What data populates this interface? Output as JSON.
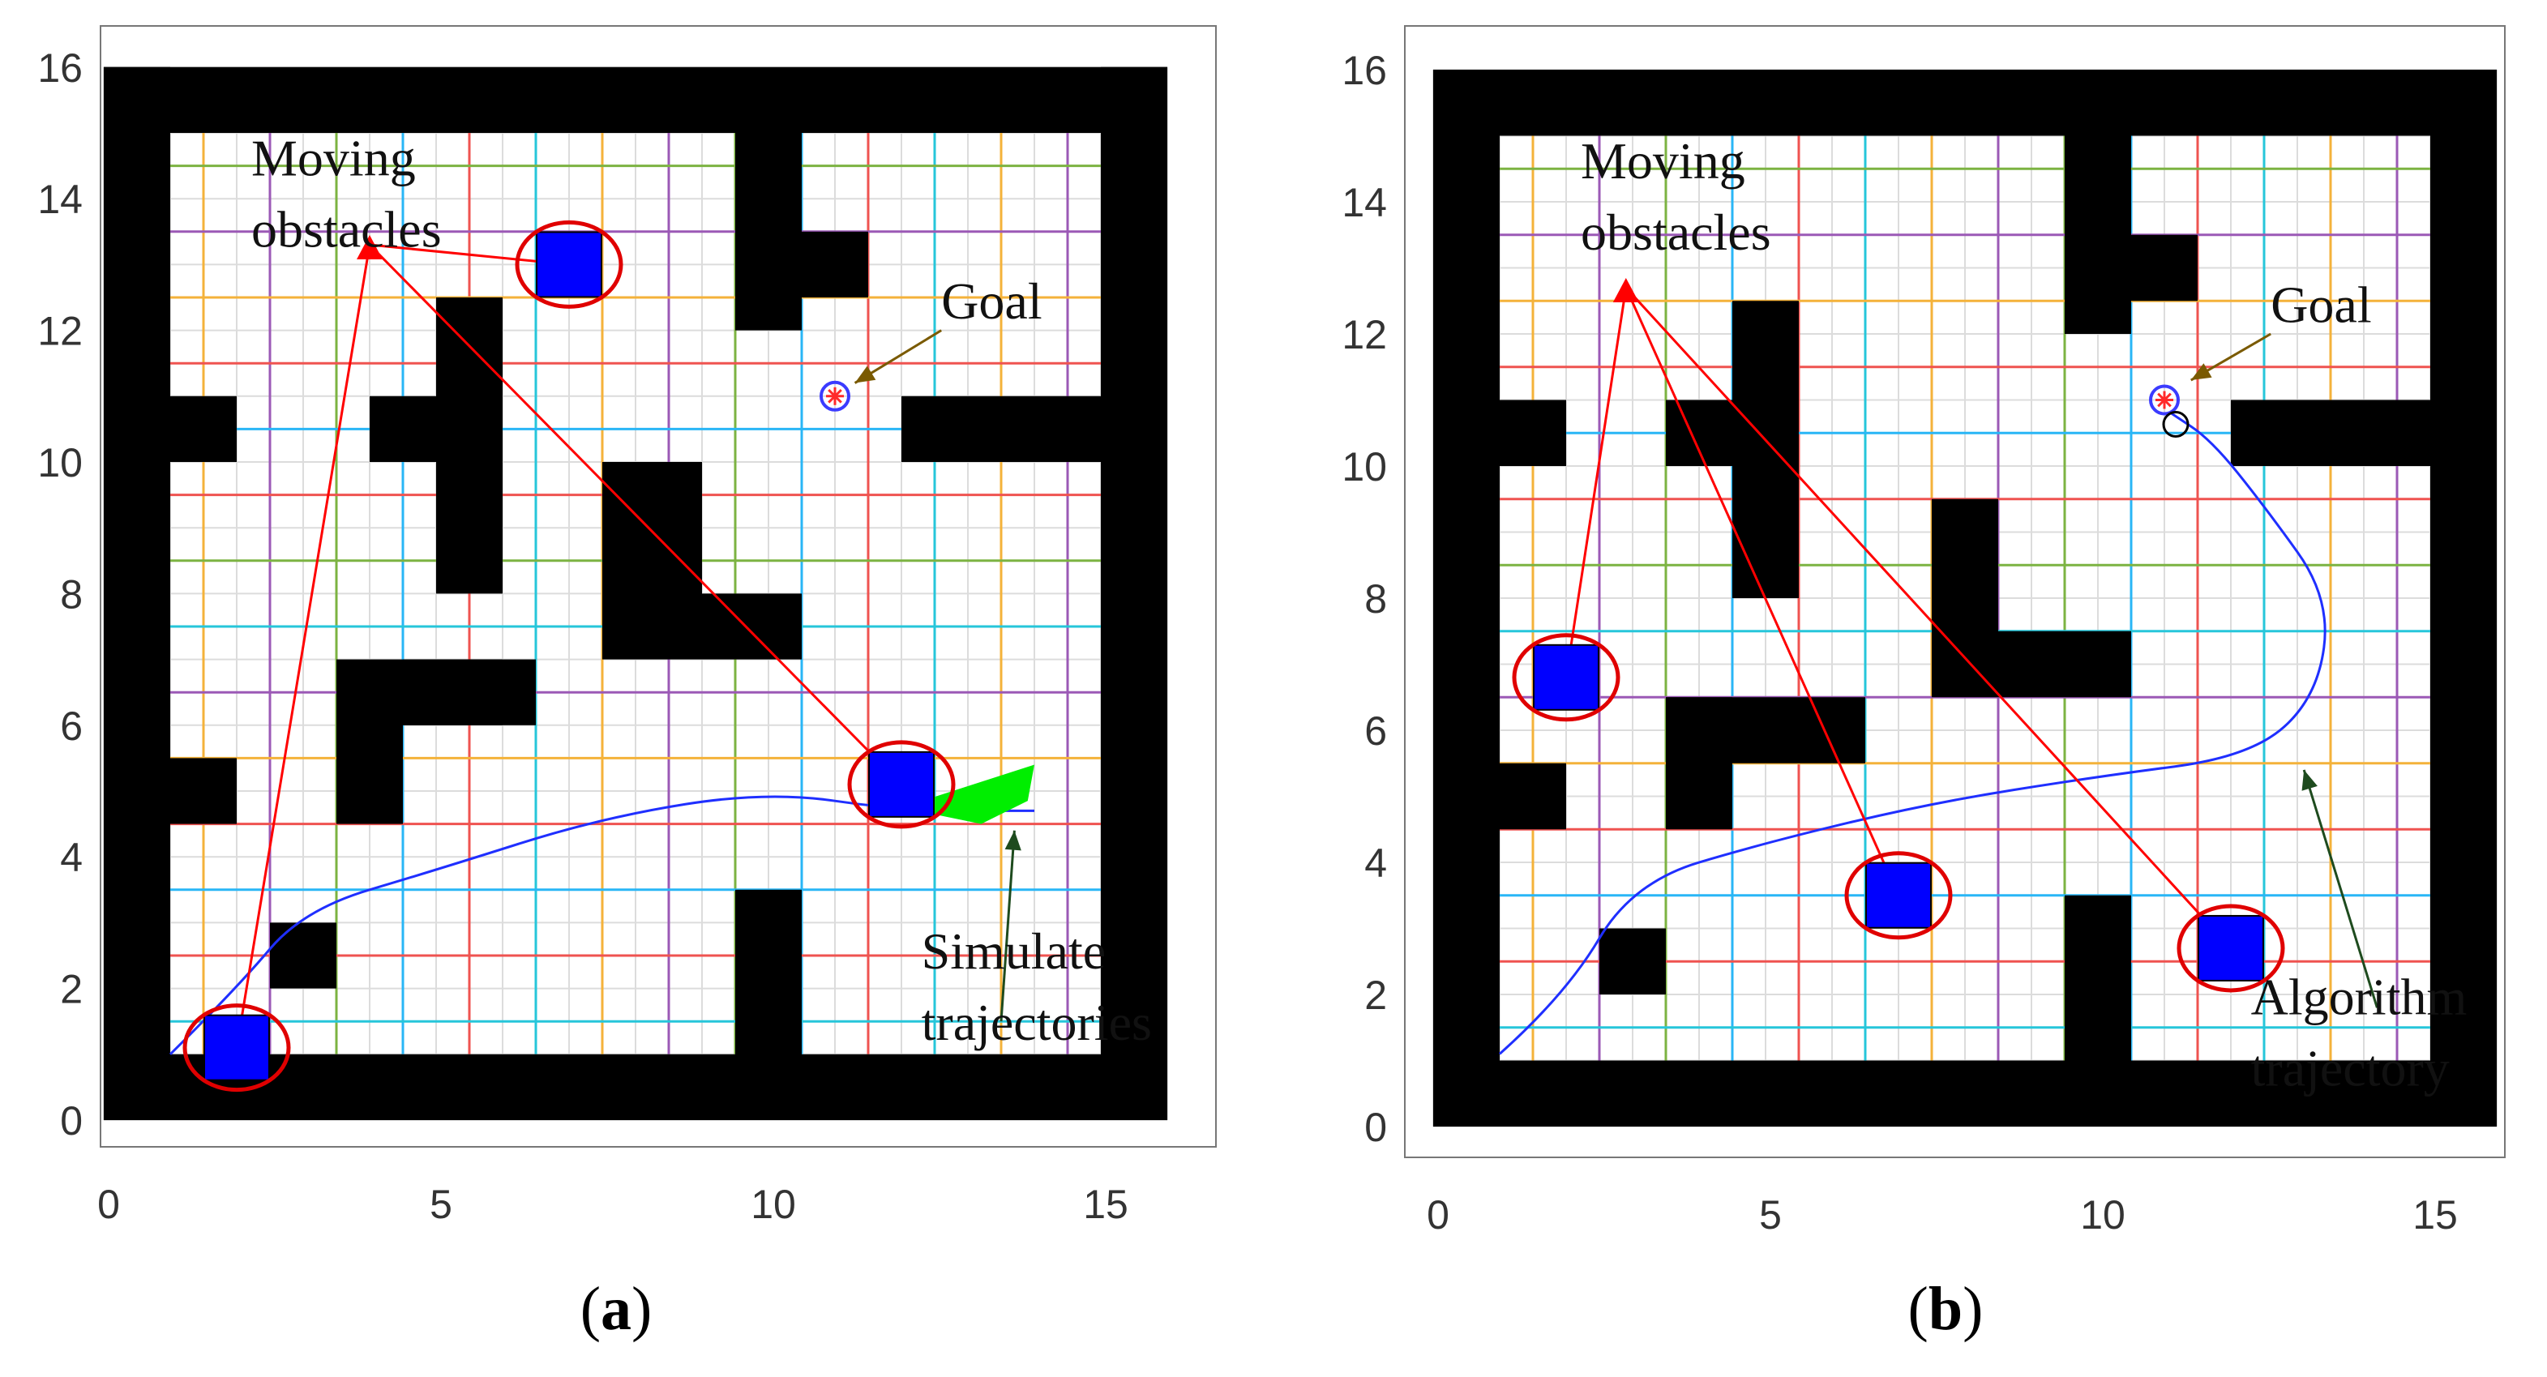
{
  "panels": [
    {
      "id": "a",
      "caption_letter": "a",
      "xticks": [
        "0",
        "5",
        "10",
        "15"
      ],
      "yticks": [
        "0",
        "2",
        "4",
        "6",
        "8",
        "10",
        "12",
        "14",
        "16"
      ],
      "labels": {
        "moving_1": "Moving",
        "moving_2": "obstacles",
        "goal": "Goal",
        "traj_1": "Simulate",
        "traj_2": "trajectories"
      },
      "goal": [
        11,
        11
      ],
      "apex": [
        4,
        13.3
      ],
      "obstacles_moving": [
        [
          2,
          1.1
        ],
        [
          7,
          13
        ],
        [
          12,
          5.1
        ]
      ],
      "walls": [
        [
          0,
          0,
          16,
          1
        ],
        [
          0,
          15,
          16,
          16
        ],
        [
          0,
          0,
          1,
          16
        ],
        [
          15,
          0,
          16,
          16
        ],
        [
          1,
          10,
          2,
          11
        ],
        [
          15,
          10,
          16,
          11
        ],
        [
          12,
          10,
          15,
          11
        ],
        [
          4,
          10,
          6,
          11
        ],
        [
          5,
          8,
          6,
          12.5
        ],
        [
          4.5,
          6,
          6,
          7
        ],
        [
          3.5,
          4.5,
          4.5,
          7
        ],
        [
          4.5,
          6,
          6.5,
          7
        ],
        [
          1,
          4.5,
          2,
          5.5
        ],
        [
          7.5,
          7,
          9,
          10
        ],
        [
          9,
          7,
          10.5,
          8
        ],
        [
          9.5,
          12,
          10.5,
          15
        ],
        [
          10.5,
          12.5,
          11.5,
          13.5
        ],
        [
          2.5,
          2,
          3.5,
          3
        ],
        [
          9.5,
          0,
          10.5,
          3.5
        ]
      ],
      "trajectory": [
        [
          1,
          1
        ],
        [
          2,
          2
        ],
        [
          3,
          3.2
        ],
        [
          5,
          3.8
        ],
        [
          7.5,
          4.6
        ],
        [
          10,
          5
        ],
        [
          12,
          4.7
        ],
        [
          14,
          4.7
        ]
      ]
    },
    {
      "id": "b",
      "caption_letter": "b",
      "xticks": [
        "0",
        "5",
        "10",
        "15"
      ],
      "yticks": [
        "0",
        "2",
        "4",
        "6",
        "8",
        "10",
        "12",
        "14",
        "16"
      ],
      "labels": {
        "moving_1": "Moving",
        "moving_2": "obstacles",
        "goal": "Goal",
        "traj_1": "Algorithm",
        "traj_2": "trajectory"
      },
      "goal": [
        11,
        11
      ],
      "apex": [
        2.9,
        12.7
      ],
      "obstacles_moving": [
        [
          2,
          6.8
        ],
        [
          7,
          3.5
        ],
        [
          12,
          2.7
        ]
      ],
      "walls": [
        [
          0,
          0,
          16,
          1
        ],
        [
          0,
          15,
          16,
          16
        ],
        [
          0,
          0,
          1,
          16
        ],
        [
          15,
          0,
          16,
          16
        ],
        [
          1,
          10,
          2,
          11
        ],
        [
          12,
          10,
          15,
          11
        ],
        [
          3.5,
          10,
          5.5,
          11
        ],
        [
          4.5,
          8,
          5.5,
          12.5
        ],
        [
          3.5,
          5.5,
          6.5,
          6.5
        ],
        [
          3.5,
          4.5,
          4.5,
          6.5
        ],
        [
          1,
          4.5,
          2,
          5.5
        ],
        [
          7.5,
          6.5,
          8.5,
          9.5
        ],
        [
          8.5,
          6.5,
          10.5,
          7.5
        ],
        [
          9.5,
          12,
          10.5,
          15
        ],
        [
          10.5,
          12.5,
          11.5,
          13.5
        ],
        [
          2.5,
          2,
          3.5,
          3
        ],
        [
          9.5,
          0,
          10.5,
          3.5
        ]
      ],
      "trajectory": [
        [
          1,
          1.1
        ],
        [
          2,
          2
        ],
        [
          3,
          3.7
        ],
        [
          5,
          4.3
        ],
        [
          7.5,
          4.9
        ],
        [
          10,
          5.3
        ],
        [
          12.3,
          5.6
        ],
        [
          13.3,
          6.5
        ],
        [
          13.5,
          8
        ],
        [
          12.5,
          9.4
        ],
        [
          11.7,
          10.4
        ],
        [
          11.1,
          10.8
        ]
      ]
    }
  ],
  "colors": {
    "wall": "#000000",
    "moving_obstacle": "#0000ff",
    "ring": "#e00000",
    "arrow": "#ff0000",
    "trajectory": "#1f2fff",
    "sim_fan": "#00ee00",
    "goal_pointer": "#7a5a00",
    "traj_pointer": "#1e4b1e"
  }
}
